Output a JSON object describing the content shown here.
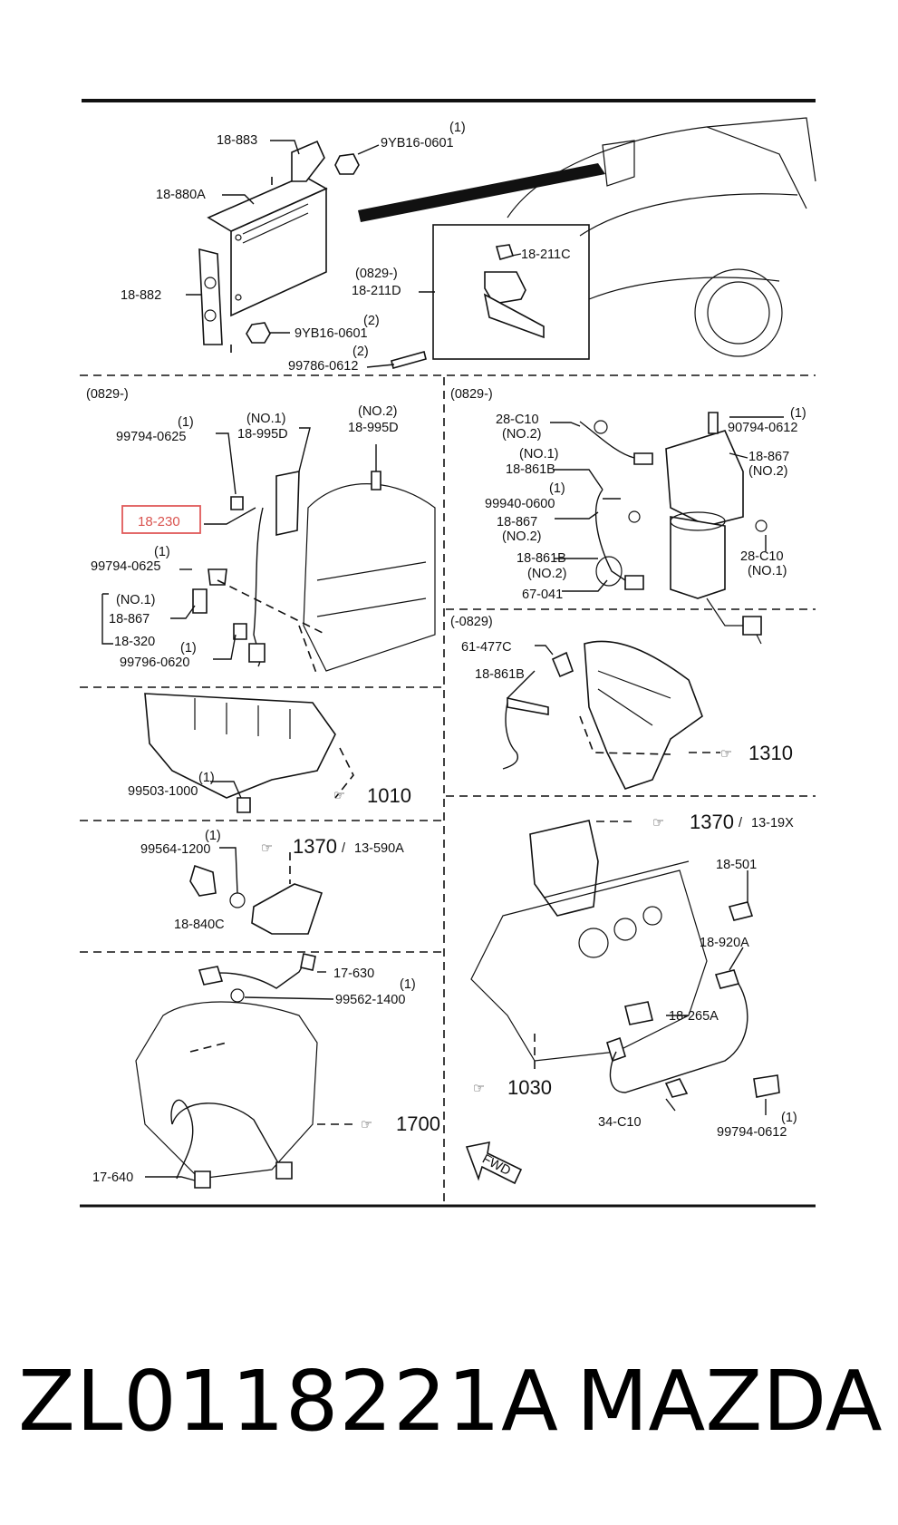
{
  "highlight_color": "#e05a5a",
  "top": {
    "labels": {
      "p18_883": "18-883",
      "p9yb_top": "9YB16-0601",
      "q_top": "(1)",
      "p18_880a": "18-880A",
      "p18_882": "18-882",
      "p9yb_bot": "9YB16-0601",
      "q_bot": "(2)",
      "p99786": "99786-0612",
      "q_99786": "(2)",
      "p0829": "(0829-)",
      "p18_211d": "18-211D",
      "p18_211c": "18-211C"
    }
  },
  "left_upper": {
    "labels": {
      "tag": "(0829-)",
      "q1": "(1)",
      "p99794a": "99794-0625",
      "no1": "(NO.1)",
      "p18_995d_1": "18-995D",
      "no2": "(NO.2)",
      "p18_995d_2": "18-995D",
      "p18_230": "18-230",
      "q2": "(1)",
      "p99794b": "99794-0625",
      "no1b": "(NO.1)",
      "p18_867": "18-867",
      "p18_320": "18-320",
      "q3": "(1)",
      "p99796": "99796-0620"
    }
  },
  "right_upper": {
    "labels": {
      "tag": "(0829-)",
      "p28c10a": "28-C10",
      "no2a": "(NO.2)",
      "no1a": "(NO.1)",
      "p18_861b_a": "18-861B",
      "q1": "(1)",
      "p99940": "99940-0600",
      "p18_867a": "18-867",
      "no2b": "(NO.2)",
      "p18_861b_b": "18-861B",
      "no2c": "(NO.2)",
      "p67_041": "67-041",
      "q2": "(1)",
      "p90794": "90794-0612",
      "p18_867b": "18-867",
      "no2d": "(NO.2)",
      "p28c10b": "28-C10",
      "no1b": "(NO.1)"
    }
  },
  "right_mid": {
    "labels": {
      "tag": "(-0829)",
      "p61_477c": "61-477C",
      "p18_861b": "18-861B",
      "ref": "1310"
    }
  },
  "left_mid1": {
    "labels": {
      "q": "(1)",
      "p99503": "99503-1000",
      "ref": "1010"
    }
  },
  "left_mid2": {
    "labels": {
      "q": "(1)",
      "p99564": "99564-1200",
      "ref1": "1370",
      "ref2": "13-590A",
      "p18_840c": "18-840C"
    }
  },
  "left_low": {
    "labels": {
      "p17_630": "17-630",
      "q": "(1)",
      "p99562": "99562-1400",
      "ref": "1700",
      "p17_640": "17-640"
    }
  },
  "right_low": {
    "labels": {
      "ref1": "1370",
      "ref2": "13-19X",
      "p18_501": "18-501",
      "p18_920a": "18-920A",
      "p18_265a": "18-265A",
      "ref3": "1030",
      "p34_c10": "34-C10",
      "p99794": "99794-0612",
      "q": "(1)",
      "fwd": "FWD"
    }
  },
  "footer": {
    "part_number": "ZL0118221A",
    "brand": "MAZDA"
  }
}
